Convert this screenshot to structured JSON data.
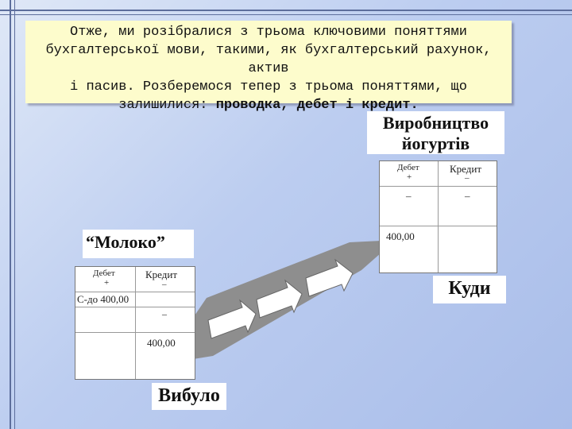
{
  "intro": {
    "line1": "Отже, ми розібралися з трьома ключовими поняттями",
    "line2": "бухгалтерської мови, такими, як бухгалтерський рахунок, актив",
    "line3": "і пасив. Розберемося тепер з трьома поняттями, що",
    "line4_plain": "залишилися: ",
    "line4_bold": "проводка, дебет і кредит."
  },
  "labels": {
    "production_line1": "Виробництво",
    "production_line2": "йогуртів",
    "milk": "“Молоко”",
    "where": "Куди",
    "left": "Вибуло"
  },
  "account_right": {
    "debit": "Дебет",
    "debit_sign": "+",
    "credit": "Кредит",
    "credit_sign": "–",
    "dash_left": "–",
    "dash_right": "–",
    "amount": "400,00"
  },
  "account_left": {
    "debit": "Дебет",
    "debit_sign": "+",
    "credit": "Кредит",
    "credit_sign": "–",
    "opening": "С-до 400,00",
    "dash": "–",
    "amount": "400,00"
  },
  "colors": {
    "accent": "#5d6e9c",
    "note_bg": "#fdfccc",
    "arrow_band": "#8e8e8e"
  }
}
